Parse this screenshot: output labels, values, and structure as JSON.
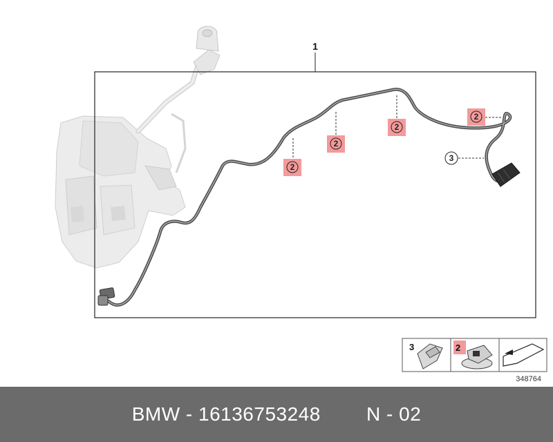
{
  "diagram": {
    "main_part_number": "1",
    "callout_clip": "2",
    "callout_hose_end": "3",
    "reference_number": "348764",
    "legend": {
      "item_a_number": "3",
      "item_b_number": "2"
    }
  },
  "footer": {
    "brand": "BMW",
    "separator": " - ",
    "part_number": "16136753248",
    "note": "N - 02"
  },
  "colors": {
    "footer_bg": "#6b6b6b",
    "callout_fill": "#f39a9a",
    "callout_stroke": "#d9534f",
    "tank_fill": "#e6e6e6",
    "hose": "#5a5a5a"
  }
}
